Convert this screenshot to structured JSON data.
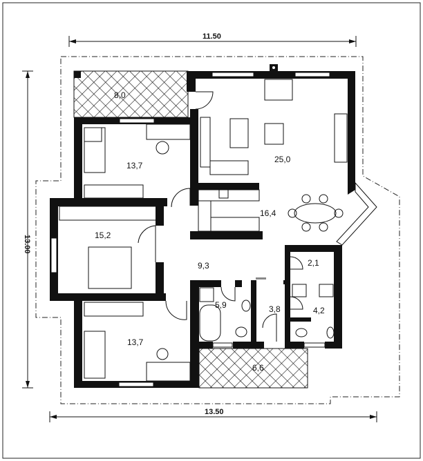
{
  "title": "Floor plan",
  "dimensions": {
    "top": "11.50",
    "left": "13.00",
    "bottom": "13.50"
  },
  "rooms": {
    "terrace_top": "8,0",
    "bedroom_top": "13,7",
    "living": "25,0",
    "kitchen": "16,4",
    "bedroom_master": "15,2",
    "hall": "9,3",
    "storage": "2,1",
    "bathroom": "5,9",
    "corridor": "3,8",
    "wc_shower": "4,2",
    "bedroom_bottom": "13,7",
    "terrace_bottom": "6,6"
  }
}
